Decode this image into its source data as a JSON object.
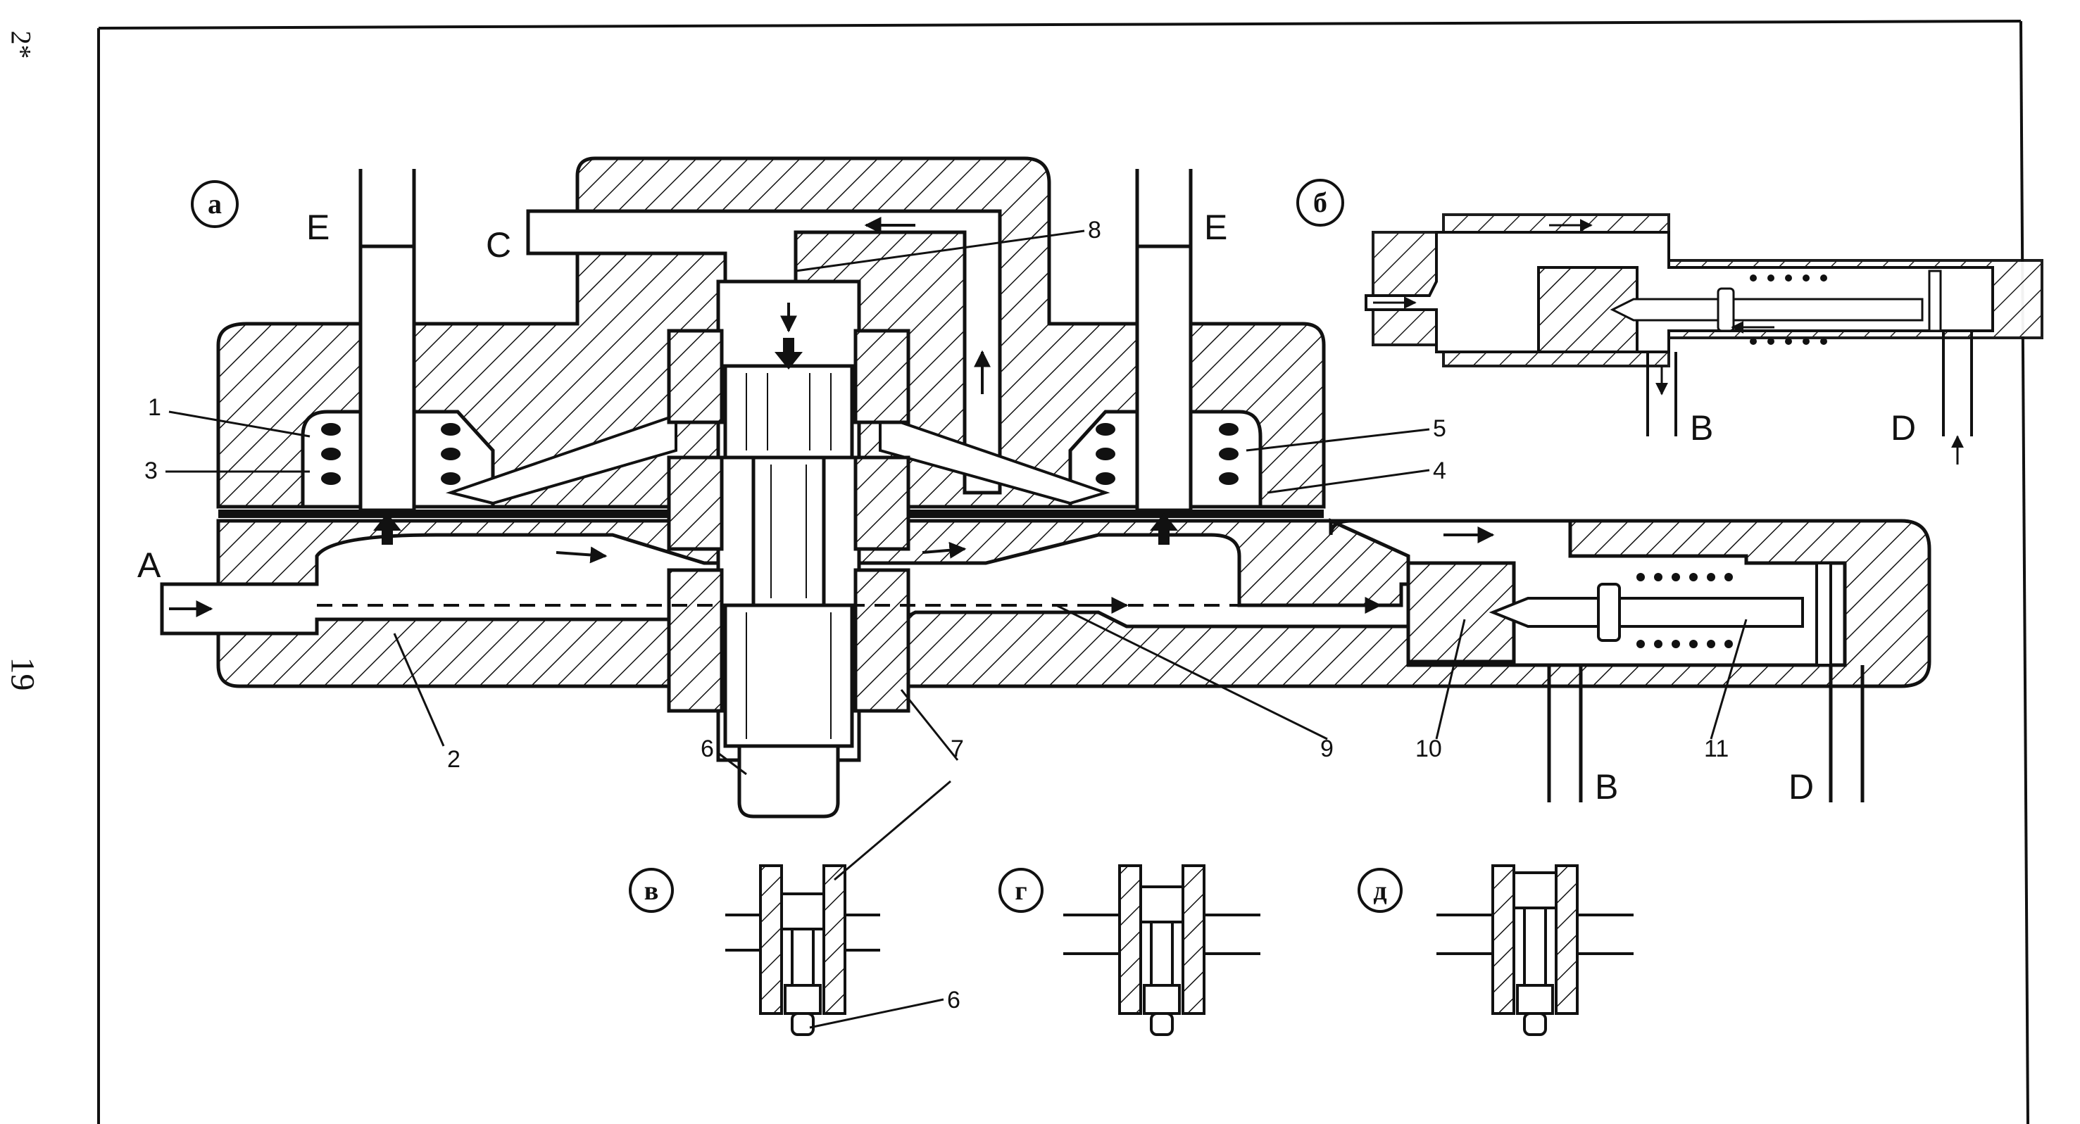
{
  "page": {
    "corner_mark": "2*",
    "page_number": "19"
  },
  "views": {
    "a": "а",
    "b": "б",
    "v": "в",
    "g": "г",
    "d": "д"
  },
  "ports": {
    "A": "A",
    "C": "C",
    "E_left": "E",
    "E_right": "E",
    "B_main": "B",
    "D_main": "D",
    "B_inset": "B",
    "D_inset": "D"
  },
  "callouts": {
    "n1": "1",
    "n2": "2",
    "n3": "3",
    "n4": "4",
    "n5": "5",
    "n6": "6",
    "n6b": "6",
    "n7": "7",
    "n8": "8",
    "n9": "9",
    "n10": "10",
    "n11": "11"
  },
  "colors": {
    "ink": "#111111",
    "paper": "#ffffff"
  }
}
